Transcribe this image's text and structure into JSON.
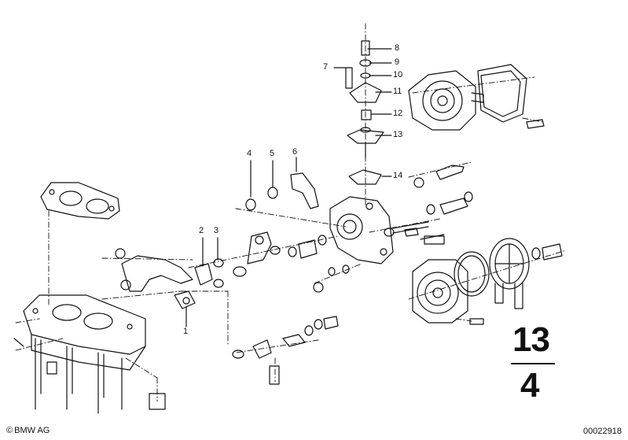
{
  "parts": [
    {
      "id": "1",
      "label": "1"
    },
    {
      "id": "2",
      "label": "2"
    },
    {
      "id": "3",
      "label": "3"
    },
    {
      "id": "4",
      "label": "4"
    },
    {
      "id": "5",
      "label": "5"
    },
    {
      "id": "6",
      "label": "6"
    },
    {
      "id": "7",
      "label": "7"
    },
    {
      "id": "8",
      "label": "8"
    },
    {
      "id": "9",
      "label": "9"
    },
    {
      "id": "10",
      "label": "10"
    },
    {
      "id": "11",
      "label": "11"
    },
    {
      "id": "12",
      "label": "12"
    },
    {
      "id": "13",
      "label": "13"
    },
    {
      "id": "14",
      "label": "14"
    }
  ],
  "section": {
    "group": "13",
    "subgroup": "4"
  },
  "footer": {
    "copyright_symbol": "©",
    "brand": "BMW AG",
    "image_number": "00022918"
  }
}
